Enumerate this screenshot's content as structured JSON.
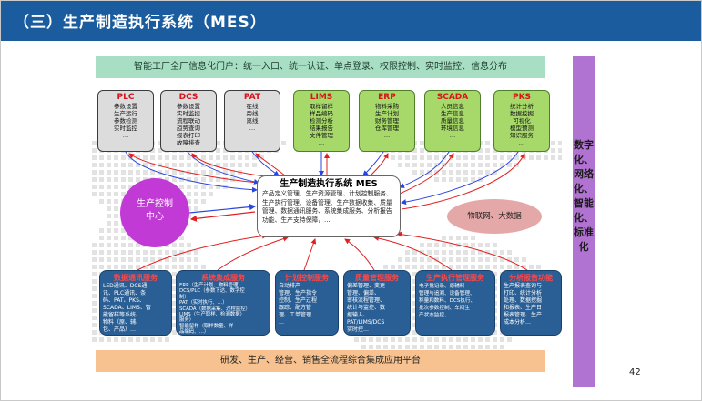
{
  "title": "（三）生产制造执行系统（MES）",
  "portal": "智能工厂全厂信息化门户：统一入口、统一认证、单点登录、权限控制、实时监控、信息分布",
  "side_label": "数字化、网络化、智能化、标准化",
  "top_systems": [
    {
      "name": "PLC",
      "lines": [
        "参数设置",
        "生产运行",
        "参数检测",
        "实时监控",
        "…"
      ]
    },
    {
      "name": "DCS",
      "lines": [
        "参数设置",
        "实时监控",
        "流程联动",
        "趋势查询",
        "报表打印",
        "故障排查",
        "…"
      ]
    },
    {
      "name": "PAT",
      "lines": [
        "在线",
        "旁线",
        "离线",
        "…"
      ]
    },
    {
      "name": "LIMS",
      "lines": [
        "取样留样",
        "样品编码",
        "检测分析",
        "结果报告",
        "文件管理",
        "…"
      ]
    },
    {
      "name": "ERP",
      "lines": [
        "物料采购",
        "生产计划",
        "财务管理",
        "仓库管理",
        "…"
      ]
    },
    {
      "name": "SCADA",
      "lines": [
        "人员信息",
        "生产信息",
        "质量信息",
        "环境信息",
        "…"
      ]
    },
    {
      "name": "PKS",
      "lines": [
        "统计分析",
        "数据挖掘",
        "可视化",
        "模型预测",
        "知识服务",
        "…"
      ]
    }
  ],
  "mes": {
    "title": "生产制造执行系统 MES",
    "body": "产品定义管理、生产资源管理、计划控制服务、生产执行管理、设备管理、生产数据收集、质量管理、数据通讯服务、系统集成服务、分析报告功能、生产支持保障，…"
  },
  "control_center": "生产控制中心",
  "iot": "物联网、大数据",
  "bottom_modules": [
    {
      "name": "数据通讯服务",
      "lines": [
        "LED通讯、DCS通",
        "讯、PLC通讯、条",
        "码、PAT、PKS、",
        "SCADA、LIMS、智",
        "能留样等系统、",
        "物料（原、辅、",
        "包、产品）…"
      ]
    },
    {
      "name": "系统集成服务",
      "lines": [
        "ERP（生产计划、物料管理）",
        "DCS/PLC（参数下达、数字控",
        "制）",
        "PAT（实时执行、…）",
        "SCADA（数据采集、过程监控）",
        "LIMS（生产取样、检测数据）",
        "服务）",
        "智能留样（取样数量、样",
        "品编码、…）"
      ]
    },
    {
      "name": "计划控制服务",
      "lines": [
        "自动排产",
        "管理、生产指令",
        "控制、生产过程",
        "跟踪、配方管",
        "理、工单管理",
        "…"
      ]
    },
    {
      "name": "质量管理服务",
      "lines": [
        "偏差管理、变更",
        "管理、偏差、",
        "审核流程管理、",
        "统计与监控、数",
        "据输入、",
        "PAT/LIMS/DCS",
        "实时控…"
      ]
    },
    {
      "name": "生产执行管理服务",
      "lines": [
        "电子批记录、原辅料",
        "管理与追溯、设备管理、",
        "称量和数料、DCS执行、",
        "批次参数控制、车间生",
        "产状态监控、…"
      ]
    },
    {
      "name": "分析报告功能",
      "lines": [
        "生产报表查询与",
        "打印、统计分析",
        "处理、数据挖掘",
        "和报表、生产日",
        "报表管理、生产",
        "成本分析…"
      ]
    }
  ],
  "bottom_bar": "研发、生产、经营、销售全流程综合集成应用平台",
  "page_number": "42",
  "colors": {
    "title_bar": "#1b5c9e",
    "portal": "#a8dfc4",
    "side": "#b173d2",
    "gray_box": "#dcdcdc",
    "green_box": "#a6d86a",
    "circle": "#c13ad6",
    "ellipse": "#e5a8a8",
    "module": "#2a5f95",
    "bottom_bar": "#f7c28f",
    "arrow_red": "#e02020",
    "arrow_blue": "#2845e0"
  }
}
